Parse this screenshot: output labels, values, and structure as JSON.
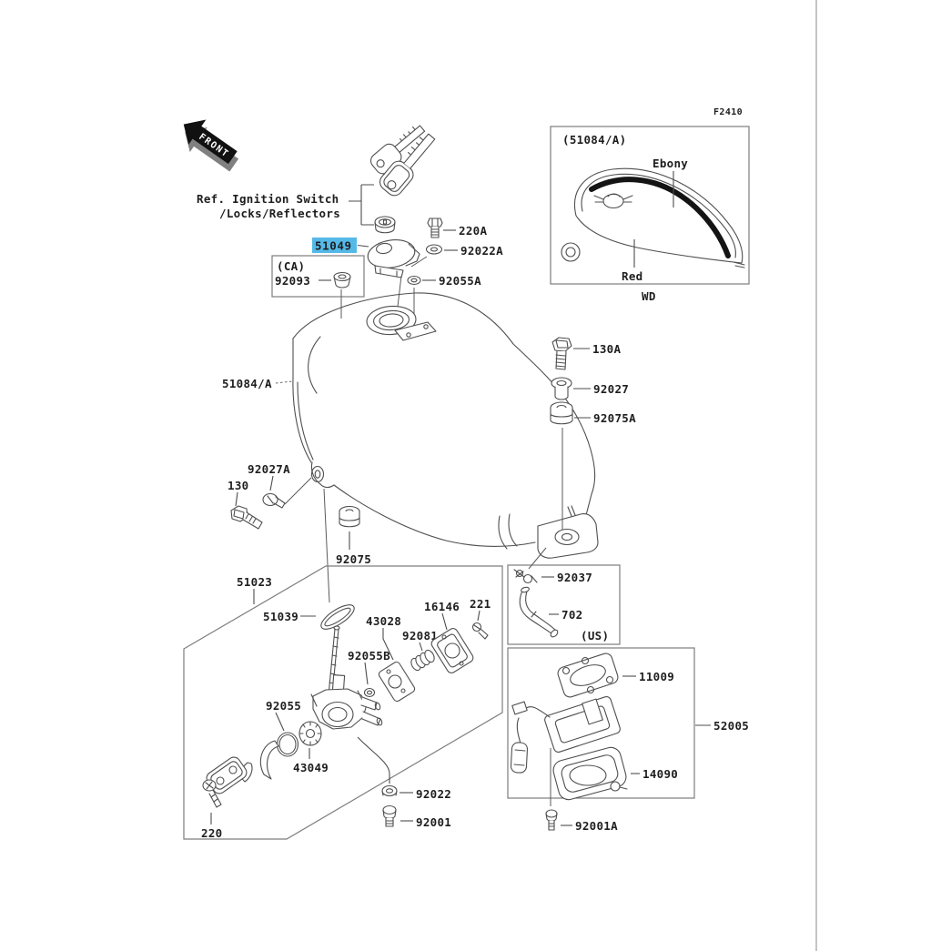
{
  "page": {
    "figure_code": "F2410"
  },
  "front_marker": "FRONT",
  "ref_note": {
    "line1": "Ref. Ignition Switch",
    "line2": "/Locks/Reflectors"
  },
  "selected_part": {
    "number": "51049",
    "highlight_bg": "#55B9E8",
    "highlight_fg": "#1C3A60"
  },
  "inset": {
    "title": "(51084/A)",
    "stripe_color_label": "Ebony",
    "body_color_label": "Red",
    "caption": "WD"
  },
  "regions": {
    "ca": "(CA)",
    "us": "(US)"
  },
  "labels": {
    "p220a": "220A",
    "p92022a": "92022A",
    "p92055a": "92055A",
    "p92093": "92093",
    "p51084a": "51084/A",
    "p130a": "130A",
    "p92027": "92027",
    "p92075a": "92075A",
    "p92027a": "92027A",
    "p130": "130",
    "p92075": "92075",
    "p51023": "51023",
    "p51039": "51039",
    "p43028": "43028",
    "p92055b": "92055B",
    "p16146": "16146",
    "p221": "221",
    "p92081": "92081",
    "p92055": "92055",
    "p43049": "43049",
    "p220": "220",
    "p92022": "92022",
    "p92001": "92001",
    "p92037": "92037",
    "p702": "702",
    "p11009": "11009",
    "p52005": "52005",
    "p14090": "14090",
    "p92001a": "92001A"
  }
}
